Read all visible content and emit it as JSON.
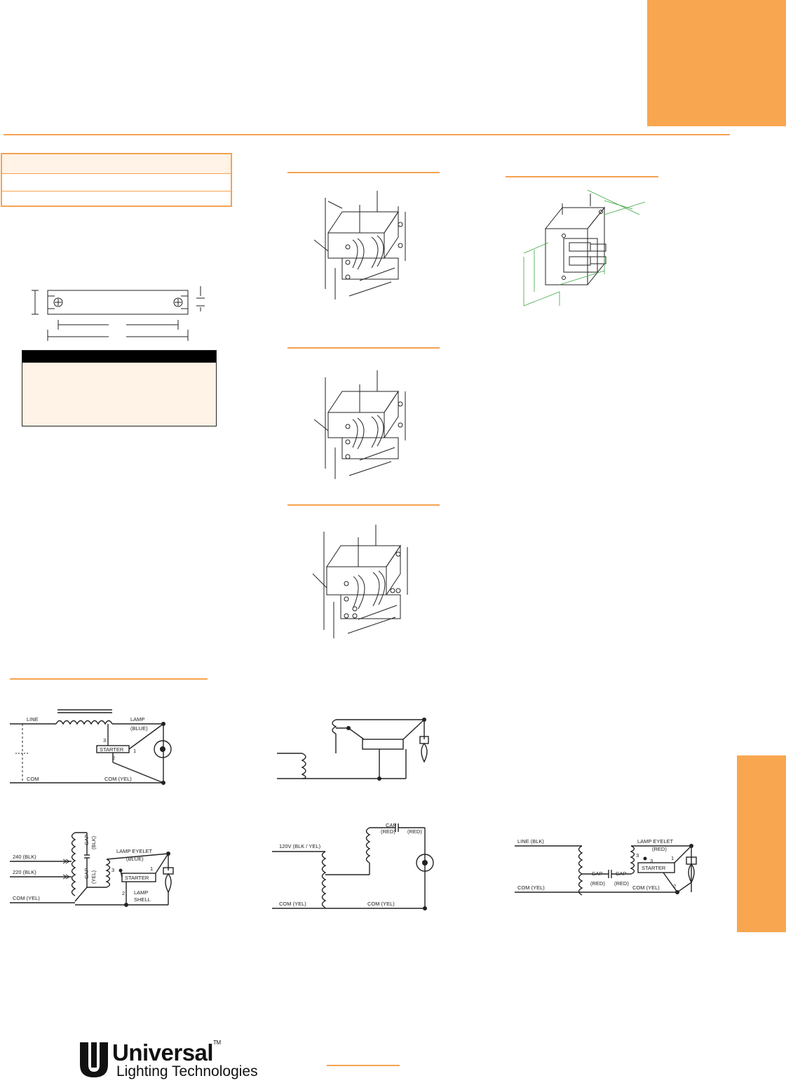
{
  "colors": {
    "accent": "#f8a750",
    "rule": "#f5a252",
    "table_fill": "#fff2e6",
    "dim_green": "#3aa640"
  },
  "brand": {
    "name": "Universal",
    "trademark": "TM",
    "tagline": "Lighting Technologies"
  },
  "wiring": {
    "diagram1": {
      "line": "LINE",
      "lamp": "LAMP",
      "lamp_color": "(BLUE)",
      "starter": "STARTER",
      "pin3": "3",
      "pin2": "2",
      "pin1": "1",
      "com": "COM",
      "com_yel": "COM (YEL)"
    },
    "diagram3": {
      "cap_blk_a": "CAP",
      "cap_blk_b": "(BLK)",
      "cap_yel_a": "CAP",
      "cap_yel_b": "(YEL)",
      "v240": "240  (BLK)",
      "v220": "220  (BLK)",
      "com_yel": "COM (YEL)",
      "lamp_eyelet": "LAMP EYELET",
      "eyelet_color": "(BLUE)",
      "starter": "STARTER",
      "pin3": "3",
      "pin1": "1",
      "pin2": "2",
      "lamp_shell_a": "LAMP",
      "lamp_shell_b": "SHELL"
    },
    "diagram4": {
      "cap": "CAP",
      "cap_red_left": "(RED)",
      "cap_red_right": "(RED)",
      "v120": "120V (BLK / YEL)",
      "com_left": "COM (YEL)",
      "com_right": "COM (YEL)"
    },
    "diagram5": {
      "line_blk": "LINE (BLK)",
      "lamp_eyelet": "LAMP EYELET",
      "eyelet_color": "(RED)",
      "cap1": "CAP",
      "cap1_color": "(RED)",
      "cap2": "CAP",
      "cap2_color": "(RED)",
      "starter": "STARTER",
      "com_left": "COM (YEL)",
      "com_right": "COM (YEL)",
      "pin3a": "3",
      "pin3b": "3",
      "pin1": "1",
      "pin2": "2"
    }
  }
}
